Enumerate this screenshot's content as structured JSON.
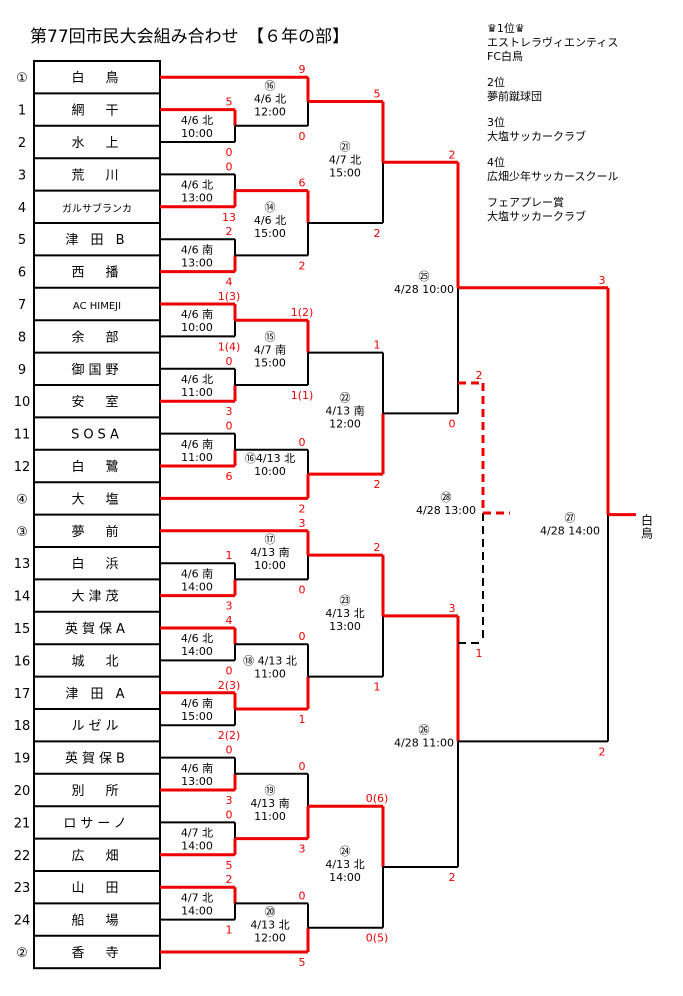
{
  "title": "第77回市民大会組み合わせ　【６年の部】",
  "results": [
    {
      "rank": "♛1位♛",
      "team": "エストレラヴィエンティス\nFC白鳥"
    },
    {
      "rank": "2位",
      "team": "夢前蹴球団"
    },
    {
      "rank": "3位",
      "team": "大塩サッカークラブ"
    },
    {
      "rank": "4位",
      "team": "広畑少年サッカースクール"
    },
    {
      "rank": "フェアプレー賞",
      "team": "大塩サッカークラブ"
    }
  ],
  "teams": [
    {
      "seed": "①",
      "name": "白　鳥"
    },
    {
      "seed": "1",
      "name": "網　干"
    },
    {
      "seed": "2",
      "name": "水　上"
    },
    {
      "seed": "3",
      "name": "荒　川"
    },
    {
      "seed": "4",
      "name": "ガルサブランカ"
    },
    {
      "seed": "5",
      "name": "津 田 B"
    },
    {
      "seed": "6",
      "name": "西　播"
    },
    {
      "seed": "7",
      "name": "AC HIMEJI"
    },
    {
      "seed": "8",
      "name": "余　部"
    },
    {
      "seed": "9",
      "name": "御国野"
    },
    {
      "seed": "10",
      "name": "安　室"
    },
    {
      "seed": "11",
      "name": "SOSA"
    },
    {
      "seed": "12",
      "name": "白　鷺"
    },
    {
      "seed": "④",
      "name": "大　塩"
    },
    {
      "seed": "③",
      "name": "夢　前"
    },
    {
      "seed": "13",
      "name": "白　浜"
    },
    {
      "seed": "14",
      "name": "大津茂"
    },
    {
      "seed": "15",
      "name": "英賀保A"
    },
    {
      "seed": "16",
      "name": "城　北"
    },
    {
      "seed": "17",
      "name": "津 田 A"
    },
    {
      "seed": "18",
      "name": "ルゼル"
    },
    {
      "seed": "19",
      "name": "英賀保B"
    },
    {
      "seed": "20",
      "name": "別　所"
    },
    {
      "seed": "21",
      "name": "ロサーノ"
    },
    {
      "seed": "22",
      "name": "広　畑"
    },
    {
      "seed": "23",
      "name": "山　田"
    },
    {
      "seed": "24",
      "name": "船　場"
    },
    {
      "seed": "②",
      "name": "香　寺"
    }
  ],
  "round1": [
    {
      "label": "4/6 北\n10:00",
      "top": "5",
      "bot": "0"
    },
    {
      "label": "4/6 北\n13:00",
      "top": "0",
      "bot": "13"
    },
    {
      "label": "4/6 南\n13:00",
      "top": "2",
      "bot": "4"
    },
    {
      "label": "4/6 南\n10:00",
      "top": "1(3)",
      "bot": "1(4)"
    },
    {
      "label": "4/6 北\n11:00",
      "top": "0",
      "bot": "3"
    },
    {
      "label": "4/6 南\n11:00",
      "top": "0",
      "bot": "6"
    },
    {
      "label": "4/6 南\n14:00",
      "top": "1",
      "bot": "3"
    },
    {
      "label": "4/6 北\n14:00",
      "top": "4",
      "bot": "0"
    },
    {
      "label": "4/6 南\n15:00",
      "top": "2(3)",
      "bot": "2(2)"
    },
    {
      "label": "4/6 南\n13:00",
      "top": "0",
      "bot": "3"
    },
    {
      "label": "4/7 北\n14:00",
      "top": "0",
      "bot": "5"
    },
    {
      "label": "4/7 北\n14:00",
      "top": "2",
      "bot": "1"
    }
  ],
  "round2": [
    {
      "label": "⑯\n4/6 北\n12:00",
      "top": "9",
      "bot": "0"
    },
    {
      "label": "⑭\n4/6 北\n15:00",
      "top": "6",
      "bot": "2"
    },
    {
      "label": "⑮\n4/7 南\n15:00",
      "top": "1(2)",
      "bot": "1(1)"
    },
    {
      "label": "⑯4/13 北\n10:00",
      "top": "0",
      "bot": "2"
    },
    {
      "label": "⑰\n4/13 南\n10:00",
      "top": "3",
      "bot": "0"
    },
    {
      "label": "⑱ 4/13 北\n11:00",
      "top": "0",
      "bot": "1"
    },
    {
      "label": "⑲\n4/13 南\n11:00",
      "top": "0",
      "bot": "3"
    },
    {
      "label": "⑳\n4/13 北\n12:00",
      "top": "0",
      "bot": "5"
    }
  ],
  "round3": [
    {
      "label": "㉑\n4/7 北\n15:00",
      "top": "5",
      "bot": "2"
    },
    {
      "label": "㉒\n4/13 南\n12:00",
      "top": "1",
      "bot": "2"
    },
    {
      "label": "㉓\n4/13 北\n13:00",
      "top": "2",
      "bot": "1"
    },
    {
      "label": "㉔\n4/13 北\n14:00",
      "top": "0(6)",
      "bot": "0(5)"
    }
  ],
  "semis": [
    {
      "label": "㉕\n4/28 10:00",
      "top": "2",
      "bot": "0"
    },
    {
      "label": "㉖\n4/28 11:00",
      "top": "3",
      "bot": "2"
    }
  ],
  "third_place": {
    "label": "㉘\n4/28 13:00",
    "top": "2",
    "bot": "1"
  },
  "final": {
    "label": "㉗\n4/28 14:00",
    "top": "3",
    "bot": "2"
  },
  "champion": "白\n鳥"
}
